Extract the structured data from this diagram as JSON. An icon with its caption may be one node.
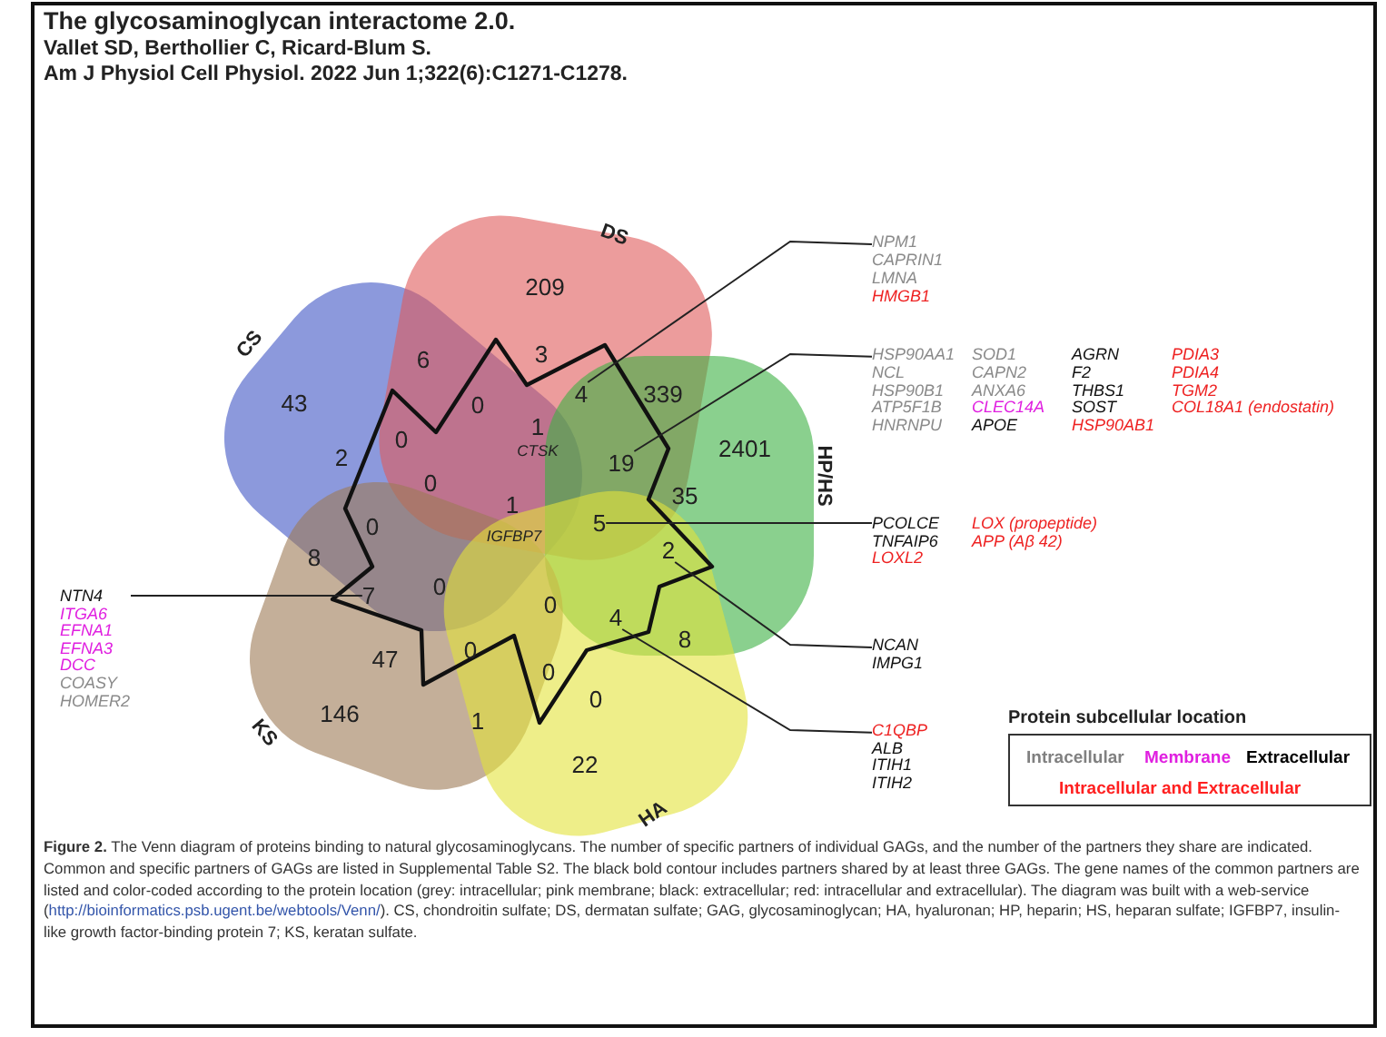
{
  "diagram": {
    "title": "The glycosaminoglycan interactome 2.0.",
    "caption": "**Figure 2.** The Venn diagram of proteins binding to natural glycosaminoglycans. The number of specific partners of individual GAGs, and the number of the partners they share are indicated. Common and specific partners of GAGs are listed in Supplemental Table S2. The black bold contour includes partners shared by at least three GAGs. The gene names of the common partners are listed and color-coded according to the protein location (grey: intracellular; pink membrane; black: extracellular; red: intracellular and extracellular). The diagram was built with a web-service (http://bioinformatics.psb.ugent.be/webtools/Venn/). CS, chondroitin sulfate; DS, dermatan sulfate; GAG, glycosaminoglycan; HA, hyaluronan; HP, heparin; HS, heparan sulfate; IGFBP7, insulin-like growth factor-binding protein 7; KS, keratan sulfate.",
    "nodes": [
      {
        "text": [
          "CS"
        ]
      },
      {
        "text": [
          "DS"
        ]
      },
      {
        "text": [
          "HP/HS"
        ]
      },
      {
        "text": [
          "KS"
        ]
      },
      {
        "text": [
          "HA"
        ]
      },
      {
        "text": [
          "4"
        ]
      },
      {
        "text": [
          "19"
        ]
      },
      {
        "text": [
          "5"
        ]
      },
      {
        "text": [
          "2"
        ]
      },
      {
        "text": [
          "7"
        ]
      },
      {
        "text": [
          "4"
        ]
      },
      {
        "text": [
          "NPM1",
          "CAPRIN1",
          "LMNA",
          "HMGB1"
        ]
      },
      {
        "text": [
          "HSP90AA1",
          "NCL",
          "HSP90B1",
          "ATP5F1B",
          "HNRNPU",
          "SOD1",
          "CAPN2",
          "ANXA6",
          "CLEC14A",
          "APOE",
          "AGRN",
          "F2",
          "THBS1",
          "SOST",
          "HSP90AB1",
          "PDIA3",
          "PDIA4",
          "TGM2",
          "*COL18A1* (endostatin)"
        ]
      },
      {
        "text": [
          "PCOLCE",
          "TNFAIP6",
          "LOXL2",
          "*LOX* (propeptide)",
          "*APP* (Aβ 42)"
        ]
      },
      {
        "text": [
          "NCAN",
          "IMPG1"
        ]
      },
      {
        "text": [
          "C1QBP",
          "ALB",
          "ITIH1",
          "ITIH2"
        ]
      },
      {
        "text": [
          "NTN4",
          "ITGA6",
          "EFNA1",
          "EFNA3",
          "DCC",
          "COASY",
          "HOMER2"
        ]
      }
    ],
    "edges": [
      {
        "from": 11,
        "to": 5,
        "arrow": "none"
      },
      {
        "from": 12,
        "to": 6,
        "arrow": "none"
      },
      {
        "from": 13,
        "to": 7,
        "arrow": "none"
      },
      {
        "from": 14,
        "to": 8,
        "arrow": "none"
      },
      {
        "from": 15,
        "to": 10,
        "arrow": "none"
      },
      {
        "from": 16,
        "to": 9,
        "arrow": "none"
      }
    ],
    "labels": [
      "Vallet SD, Berthollier C, Ricard-Blum S.",
      "Am J Physiol Cell Physiol. 2022 Jun 1;322(6):C1271-C1278.",
      "209",
      "6",
      "3",
      "43",
      "0",
      "339",
      "1",
      "0",
      "CTSK",
      "2401",
      "2",
      "0",
      "35",
      "1",
      "0",
      "IGFBP7",
      "8",
      "0",
      "0",
      "8",
      "0",
      "47",
      "0",
      "0",
      "146",
      "1",
      "22",
      "Protein subcellular location"
    ],
    "legend": [
      {
        "text": "Intracellular",
        "color": "#808080"
      },
      {
        "text": "Membrane",
        "color": "#e020e0"
      },
      {
        "text": "Extracellular",
        "color": "#000000"
      },
      {
        "text": "Intracellular and Extracellular",
        "color": "#ff2020"
      }
    ]
  }
}
